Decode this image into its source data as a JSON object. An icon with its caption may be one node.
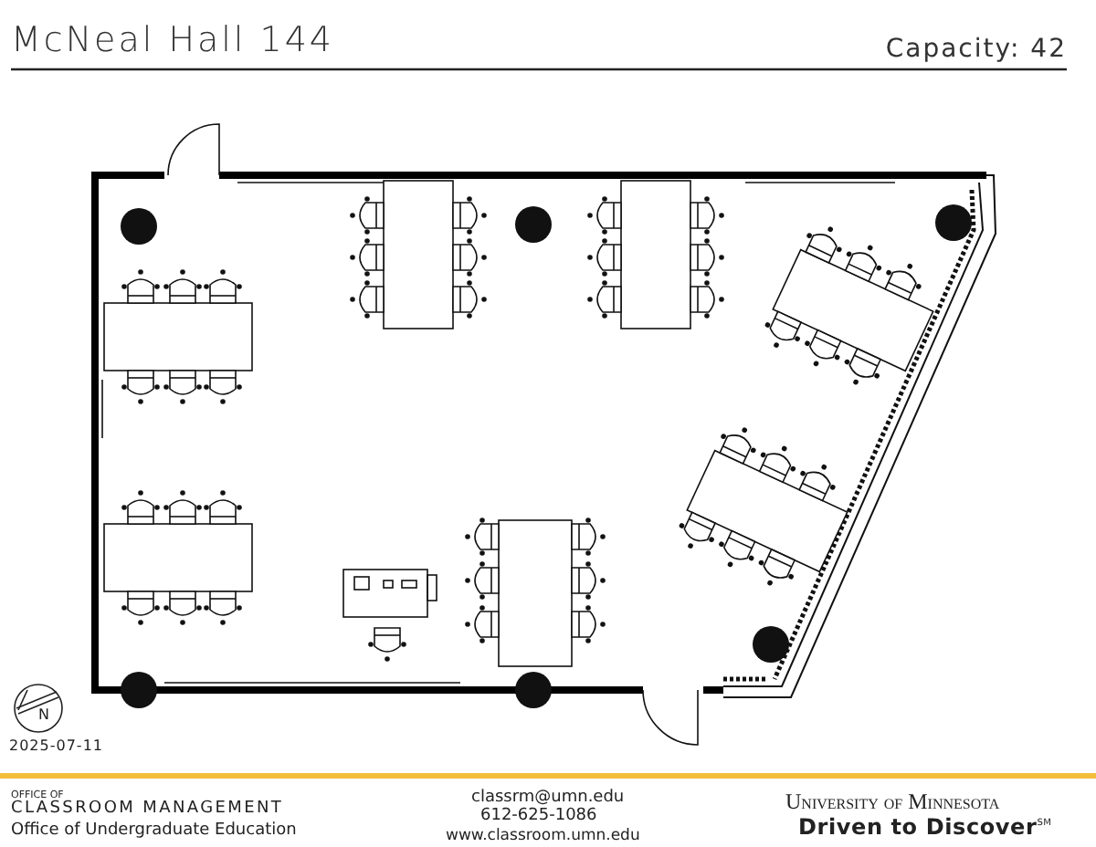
{
  "diagram": {
    "title": "McNeal Hall 144",
    "labels": [
      "Capacity: 42",
      "N",
      "2025-07-11",
      "OFFICE OF",
      "CLASSROOM MANAGEMENT",
      "Office of Undergraduate Education",
      "classrm@umn.edu",
      "612-625-1086",
      "www.classroom.umn.edu",
      "University of Minnesota",
      "Driven to Discover$^{SM}$"
    ]
  }
}
